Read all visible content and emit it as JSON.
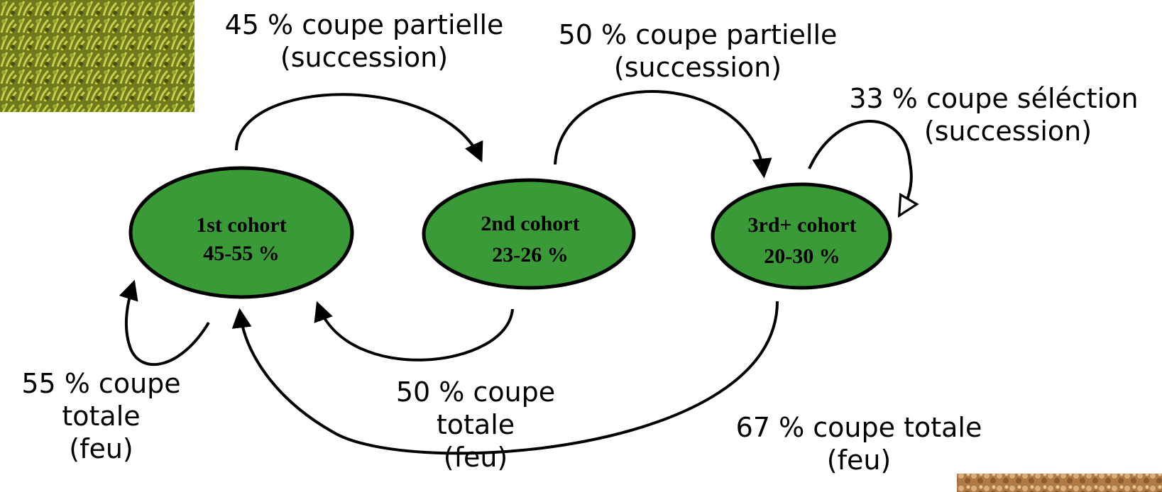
{
  "nodes": [
    {
      "name": "1st cohort",
      "share": "45-55 %"
    },
    {
      "name": "2nd cohort",
      "share": "23-26 %"
    },
    {
      "name": "3rd+ cohort",
      "share": "20-30 %"
    }
  ],
  "transitions": [
    {
      "line1": "45 % coupe partielle",
      "line2": "(succession)"
    },
    {
      "line1": "50 % coupe partielle",
      "line2": "(succession)"
    },
    {
      "line1": "33 % coupe séléction",
      "line2": "(succession)"
    },
    {
      "line1": "55 % coupe",
      "line2": "totale",
      "line3": "(feu)"
    },
    {
      "line1": "50 % coupe",
      "line2": "totale",
      "line3": "(feu)"
    },
    {
      "line1": "67 % coupe totale",
      "line2": "(feu)"
    }
  ],
  "colors": {
    "node_fill": "#3a9a37",
    "node_stroke": "#000000",
    "arrow": "#000000",
    "text": "#000000"
  }
}
